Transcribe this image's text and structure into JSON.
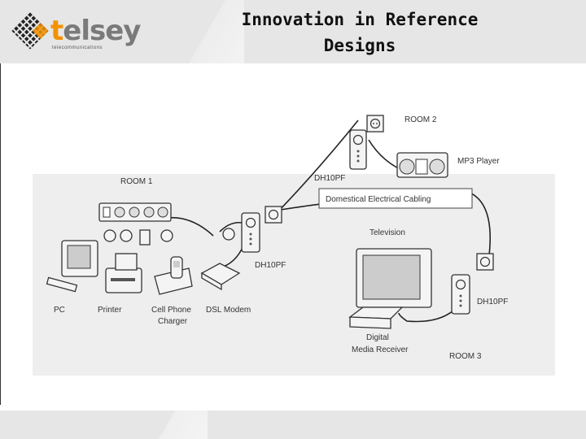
{
  "header": {
    "logo_text": "telsey",
    "logo_subtitle": "telecommunications",
    "title_line1": "Innovation in Reference",
    "title_line2": "Designs"
  },
  "colors": {
    "logo_orange": "#f39200",
    "header_bg": "#e6e6e6",
    "diagram_bg": "#eeeeee"
  },
  "diagram": {
    "labels": {
      "room1": "ROOM 1",
      "room2": "ROOM 2",
      "room3": "ROOM 3",
      "dh_room2": "DH10PF",
      "dh_room1": "DH10PF",
      "dh_room3": "DH10PF",
      "mp3": "MP3 Player",
      "cabling": "Domestical Electrical Cabling",
      "television": "Television",
      "pc": "PC",
      "printer": "Printer",
      "cell_line1": "Cell Phone",
      "cell_line2": "Charger",
      "dsl": "DSL Modem",
      "receiver_line1": "Digital",
      "receiver_line2": "Media Receiver"
    },
    "icons": [
      "power-strip-icon",
      "plug-icon",
      "pc-icon",
      "printer-icon",
      "cell-phone-icon",
      "dsl-modem-icon",
      "powerline-adapter-icon",
      "wall-socket-icon",
      "mp3-player-icon",
      "television-icon",
      "media-receiver-icon"
    ]
  }
}
